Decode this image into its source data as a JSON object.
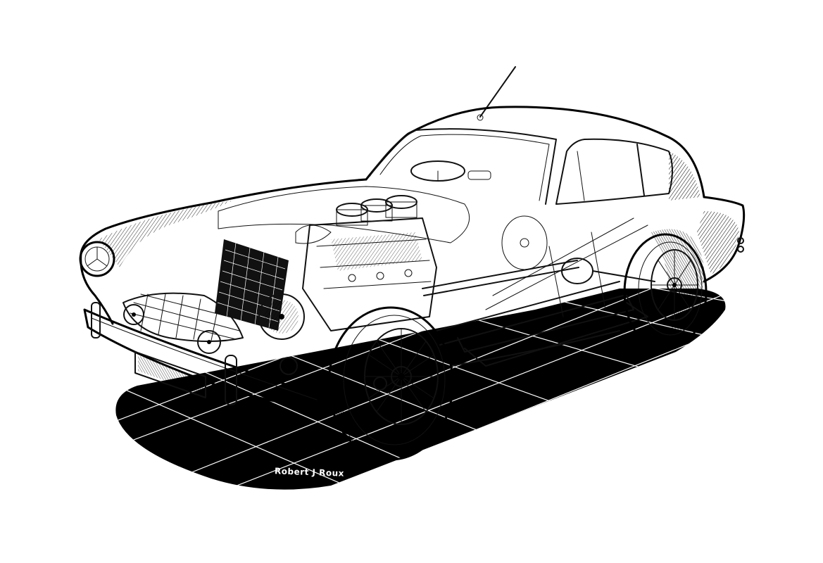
{
  "illustration": {
    "subject": "Cutaway drawing of a vintage sports coupé showing engine, chassis and wire wheels",
    "style": "black and white pen-and-ink technical cutaway",
    "signature": "Robert J Roux",
    "colors": {
      "ink": "#000000",
      "paper": "#ffffff",
      "floor_shadow": "#000000",
      "floor_grid_lines": "#ffffff"
    },
    "parts": [
      "antenna",
      "roof",
      "windscreen",
      "side-window",
      "steering-wheel",
      "rear-view-mirror",
      "bonnet",
      "headlamp",
      "front-grille",
      "fog-lamps",
      "front-bumper",
      "bumper-overrider",
      "number-plate",
      "radiator",
      "triple-carburettors",
      "engine-block",
      "fan-pulley",
      "front-wire-wheel",
      "rear-wire-wheel",
      "chassis-frame",
      "propeller-shaft",
      "rear-axle",
      "rear-bumper",
      "floor-shadow-grid"
    ]
  }
}
